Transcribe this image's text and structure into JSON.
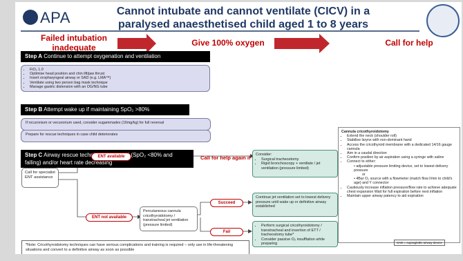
{
  "logo": {
    "text": "APA",
    "badge_icon": "apa-logo-icon"
  },
  "title": {
    "line1": "Cannot intubate and cannot ventilate (CICV) in a",
    "line2": "paralysed anaesthetised child aged 1 to 8 years"
  },
  "flow_headers": {
    "h1_line1": "Failed intubation",
    "h1_line2": "inadequate ventilation",
    "h2": "Give 100% oxygen",
    "h3": "Call for help"
  },
  "step_a": {
    "label": "Step A",
    "text": "Continue to attempt oxygenation and ventilation",
    "items": [
      "FiO₂ 1.0",
      "Optimise head position and chin lift/jaw thrust",
      "Insert oropharyngeal airway or SAD (e.g. LMA™)",
      "Ventilate using two person bag mask technique",
      "Manage gastric distension with an OG/NG tube"
    ]
  },
  "step_b": {
    "label": "Step B",
    "text": "Attempt wake up if maintaining SpO₂ >80%",
    "note1": "If rocuronium or vecuronium used, consider sugammadex (16mg/kg) for full reversal",
    "note2": "Prepare for rescue techniques in case child deteriorates"
  },
  "step_c": {
    "label": "Step C",
    "text_line1": "Airway rescue techniques for CICV (SpO₂ <80% and",
    "text_line2": "falling) and/or heart rate decreasing",
    "call_again": "Call for help again if not arrived"
  },
  "flow": {
    "specialist": "Call for specialist ENT assistance",
    "ent_available": "ENT available",
    "ent_not_available": "ENT not available",
    "consider_title": "Consider:",
    "consider_items": [
      "Surgical tracheostomy",
      "Rigid bronchoscopy + ventilate / jet ventilation (pressure limited)"
    ],
    "percutaneous": "Percutaneous cannula cricothyroidotomy / transtracheal jet ventilation (pressure limited)",
    "succeed": "Succeed",
    "fail": "Fail",
    "succeed_box": "Continue jet ventilation set to lowest delivery pressure until wake up or definitive airway established",
    "fail_items": [
      "Perform surgical cricothyroidotomy / transtracheal and insertion of ETT / tracheostomy tube*",
      "Consider passive O₂ insufflation while preparing"
    ]
  },
  "cric_panel": {
    "title": "Cannula cricothyroidotomy",
    "items": [
      "Extend the neck (shoulder roll)",
      "Stabilise larynx with non-dominant hand",
      "Access the cricothyroid membrane with a dedicated 14/16 gauge cannula",
      "Aim in a caudal direction",
      "Confirm position by air aspiration using a syringe with saline",
      "Connect to either:"
    ],
    "option1": "adjustable pressure limiting device, set to lowest delivery pressure",
    "or": "or",
    "option2": "4Bar O₂ source with a flowmeter (match flow l/min to child's age) and Y connector",
    "items2": [
      "Cautiously increase inflation pressure/flow rate to achieve adequate chest expansion Wait for full expiration before next inflation",
      "Maintain upper airway patency to aid expiration"
    ]
  },
  "footnote": "*Note: Cricothyroidotomy techniques can have serious complications and training is required – only use in life-threatening situations and convert to a definitive airway as soon as possible",
  "sad_note": "SAD = supraglottic airway device",
  "colors": {
    "navy": "#1f3864",
    "red": "#c00000",
    "panel": "#dcdcf0",
    "teal": "#d6ebe3"
  }
}
